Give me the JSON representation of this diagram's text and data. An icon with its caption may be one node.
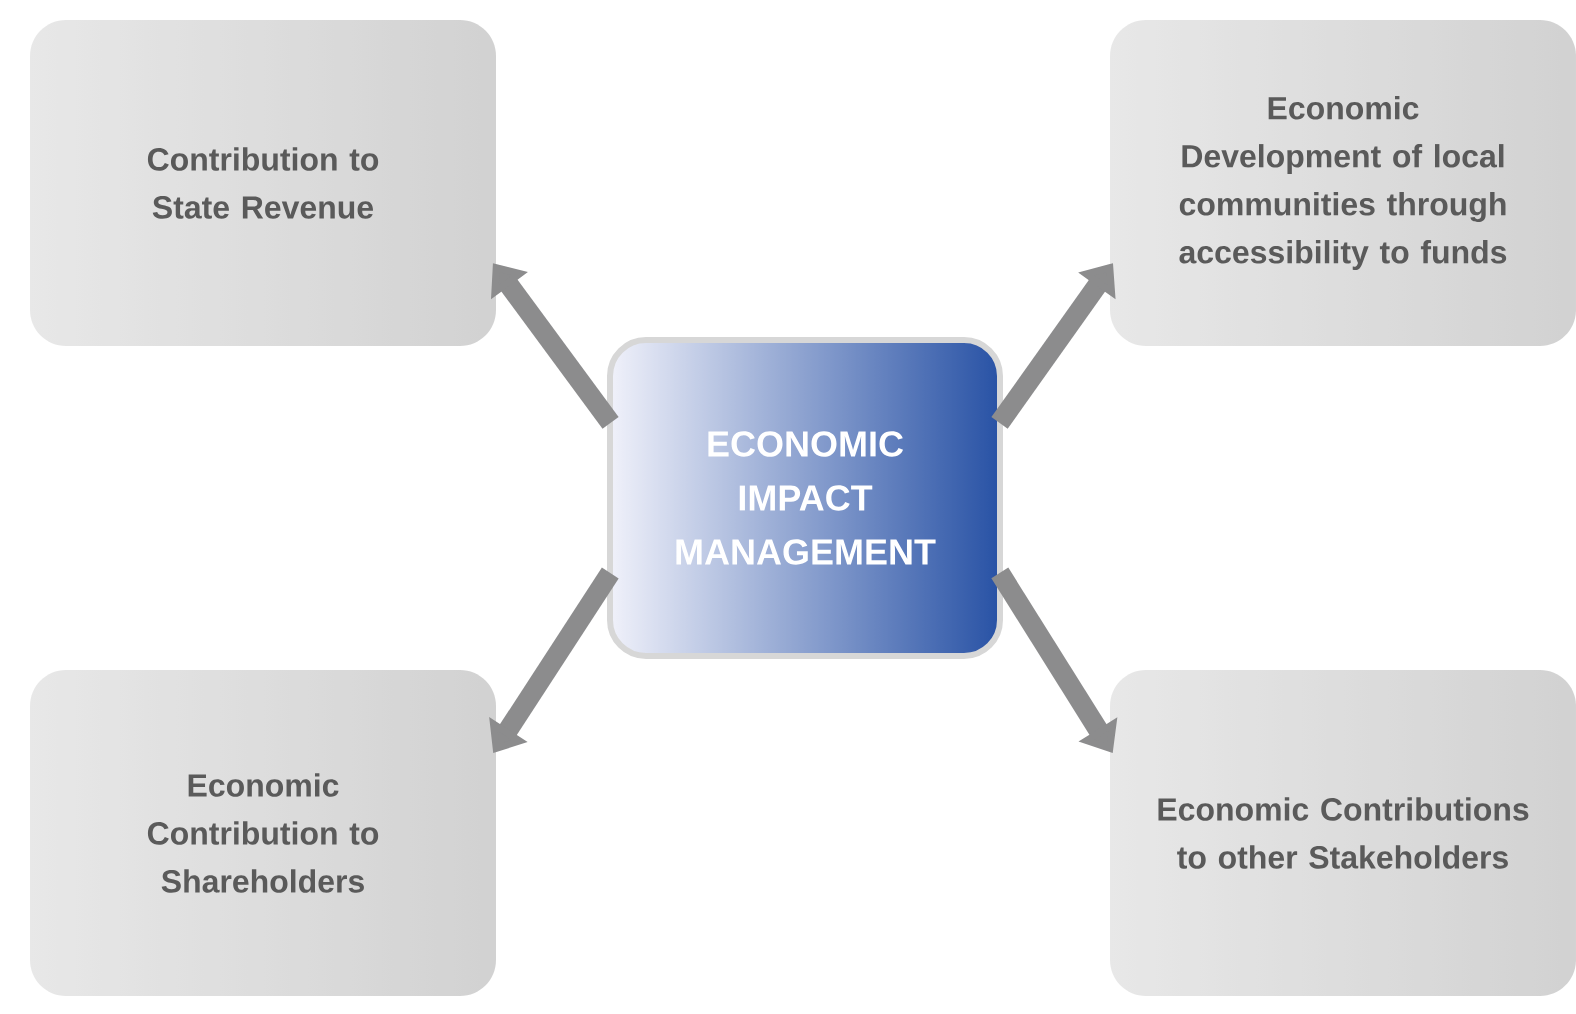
{
  "diagram": {
    "nodes": [
      {
        "text": [
          "Contribution to State Revenue"
        ]
      },
      {
        "text": [
          "Economic Development of local communities through accessibility to funds"
        ]
      },
      {
        "text": [
          "ECONOMIC IMPACT MANAGEMENT"
        ]
      },
      {
        "text": [
          "Economic Contribution to Shareholders"
        ]
      },
      {
        "text": [
          "Economic Contributions to other Stakeholders"
        ]
      }
    ],
    "edges": [
      {
        "from": 2,
        "to": 0,
        "arrow": "to"
      },
      {
        "from": 2,
        "to": 1,
        "arrow": "to"
      },
      {
        "from": 2,
        "to": 3,
        "arrow": "to"
      },
      {
        "from": 2,
        "to": 4,
        "arrow": "to"
      }
    ]
  }
}
